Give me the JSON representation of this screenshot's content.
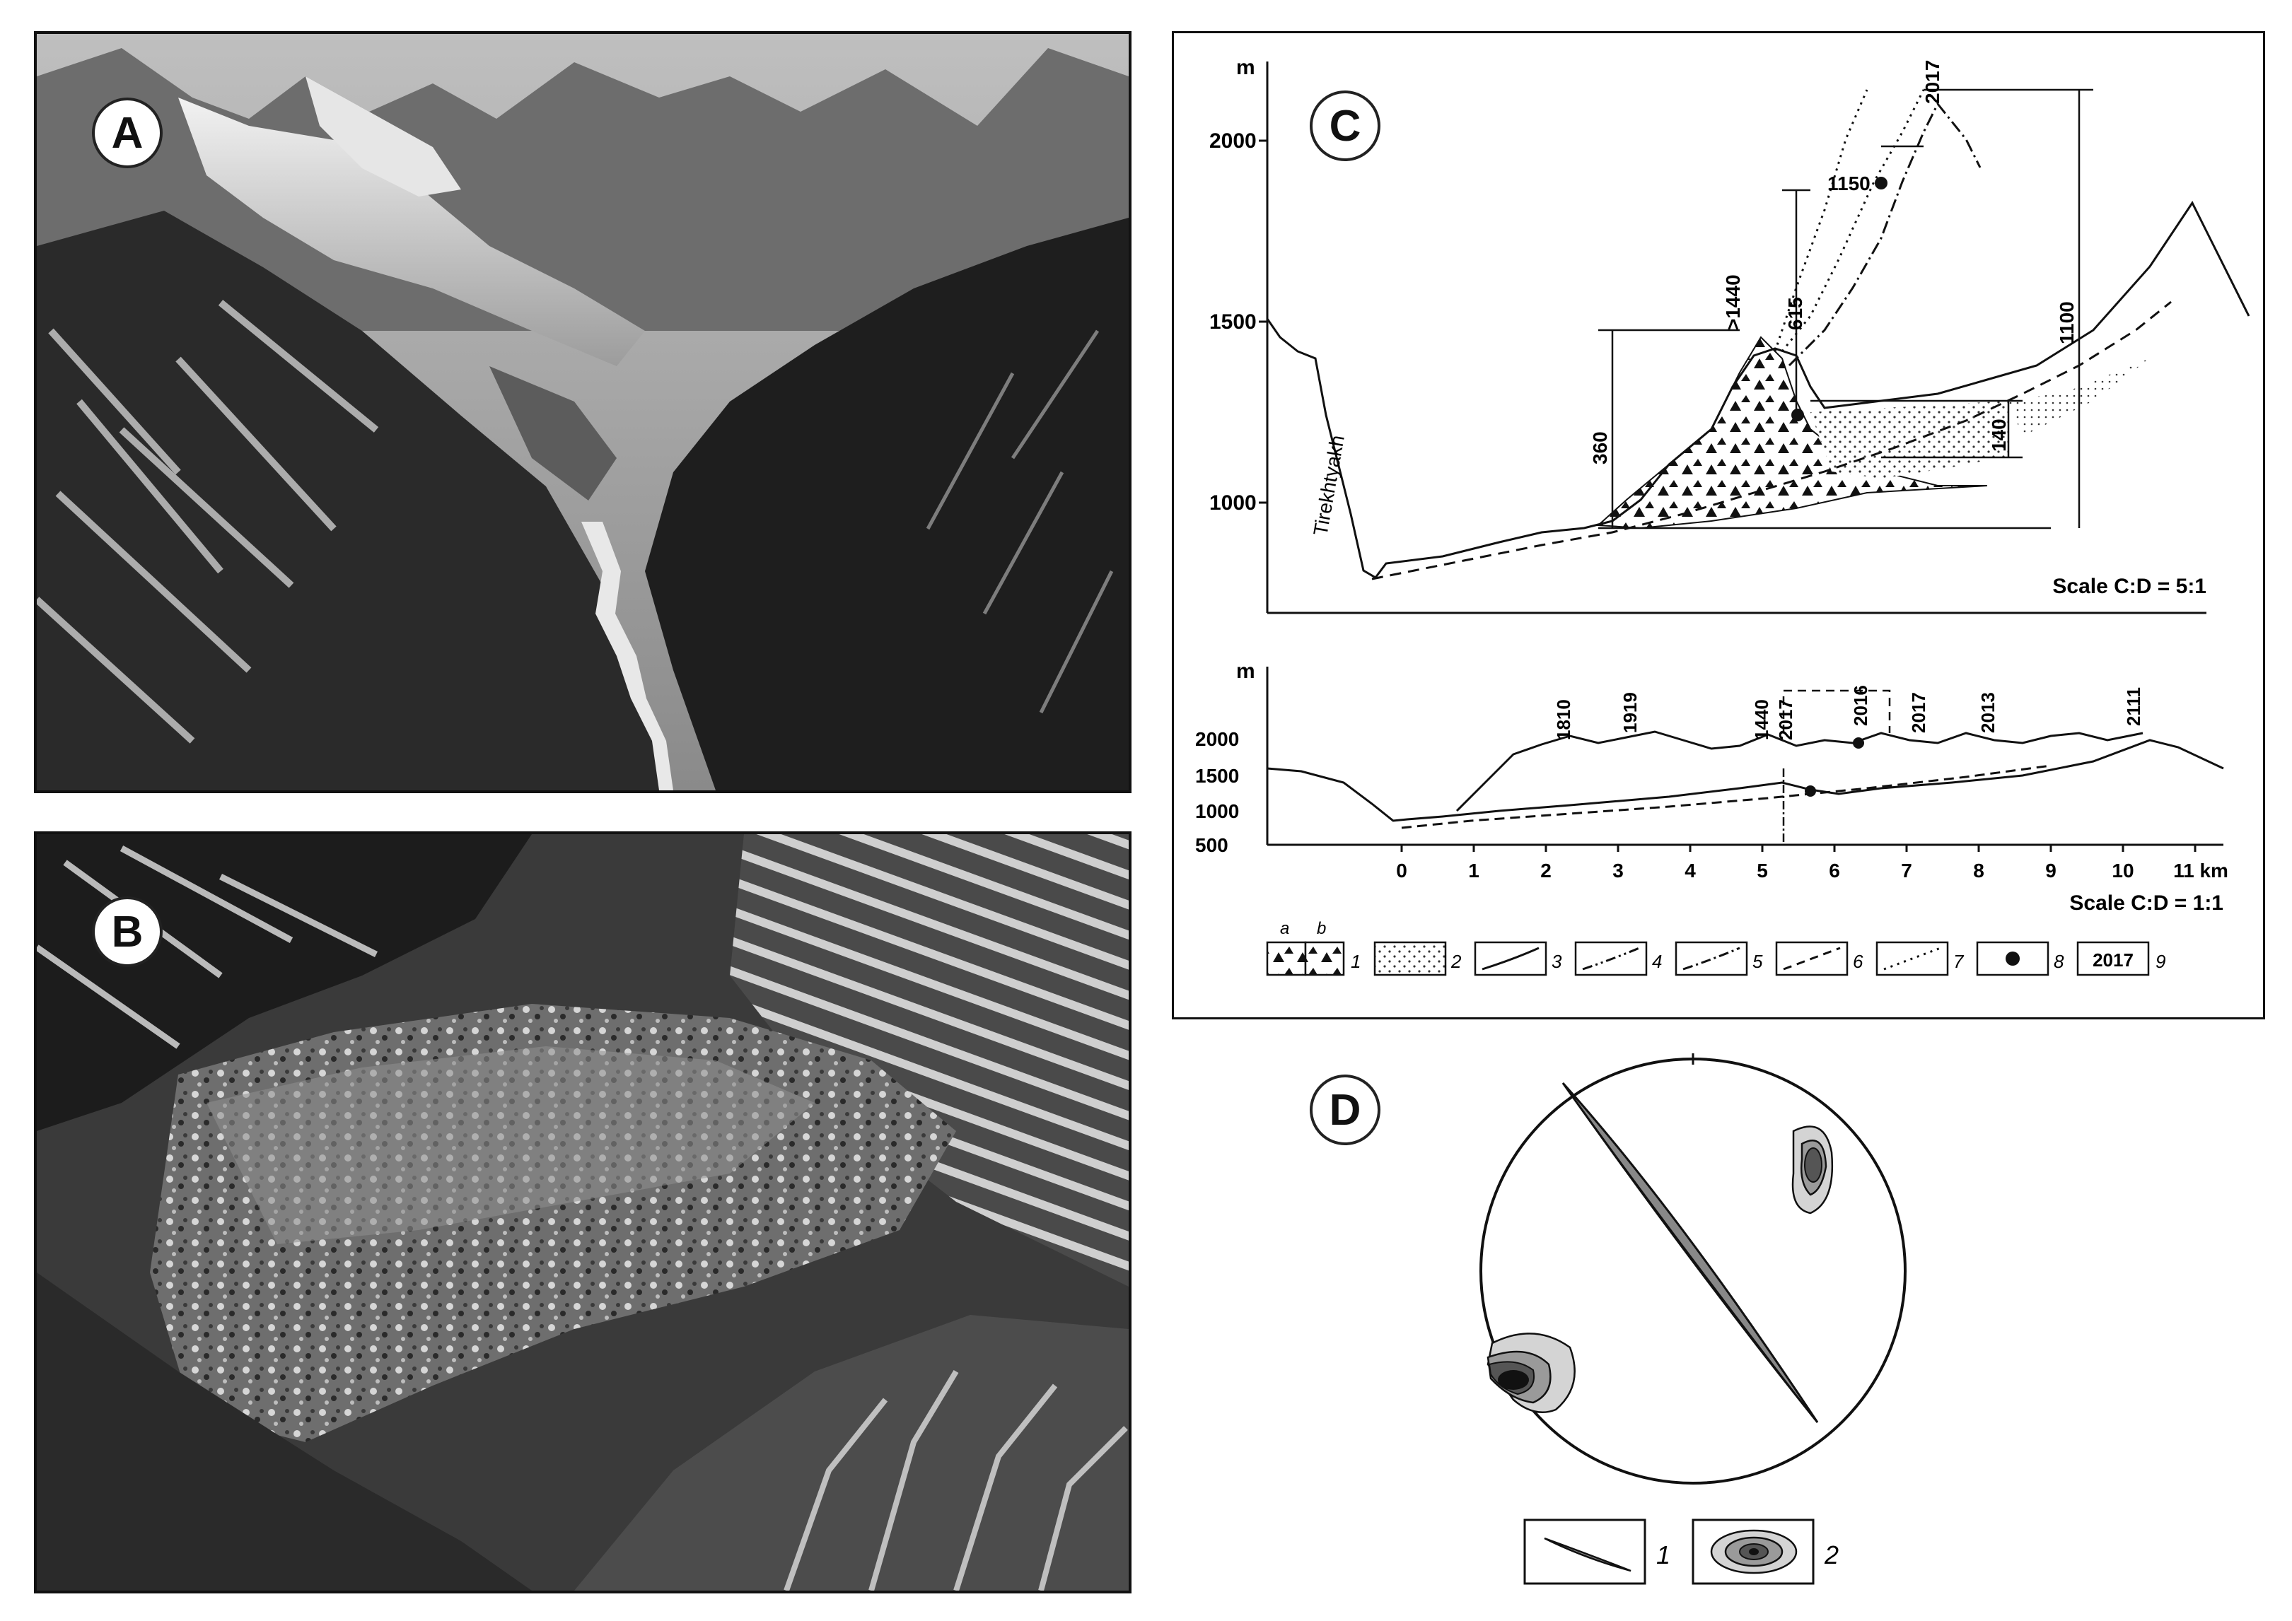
{
  "panels": {
    "a": "A",
    "b": "B",
    "c": "C",
    "d": "D"
  },
  "photos": {
    "a_icon": "mountain-valley-photo",
    "b_icon": "rock-avalanche-deposit-photo"
  },
  "profile_large": {
    "unit": "m",
    "y_ticks": [
      "2000",
      "1500",
      "1000"
    ],
    "valley_name": "Tirekhtyakh",
    "dim_360": "360",
    "dim_1440": ">1440",
    "dim_615": "615",
    "dim_1150": "1150",
    "dim_2017": "2017",
    "dim_1100": "1100",
    "dim_140": "140",
    "scale": "Scale C:D = 5:1"
  },
  "profile_small": {
    "unit": "m",
    "y_ticks": [
      "2000",
      "1500",
      "1000",
      "500"
    ],
    "x_ticks": [
      "0",
      "1",
      "2",
      "3",
      "4",
      "5",
      "6",
      "7",
      "8",
      "9",
      "10",
      "11 km"
    ],
    "peaks": [
      "1810",
      "1919",
      "1440",
      "2017",
      "2016",
      "2017",
      "2013",
      "2111"
    ],
    "scale": "Scale C:D = 1:1"
  },
  "legend_c": {
    "sub_a": "a",
    "sub_b": "b",
    "items": [
      "1",
      "2",
      "3",
      "4",
      "5",
      "6",
      "7",
      "8",
      "9"
    ],
    "sample_year": "2017"
  },
  "stereonet": {
    "legend_items": [
      "1",
      "2"
    ]
  },
  "colors": {
    "ink": "#111111",
    "contour_outer": "#d4d4d4",
    "contour_mid": "#9a9a9a",
    "contour_inner": "#555555",
    "contour_core": "#111111"
  }
}
